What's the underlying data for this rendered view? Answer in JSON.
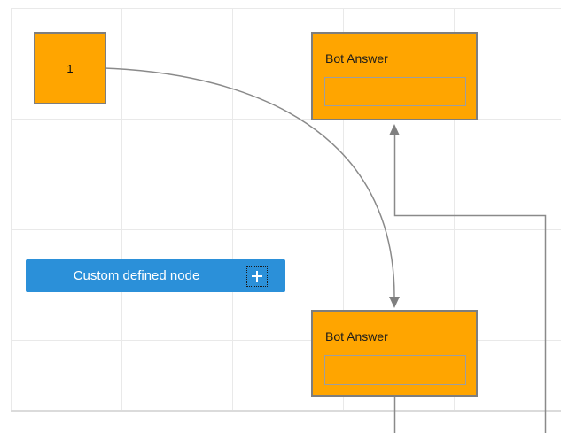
{
  "diagram": {
    "nodes": {
      "start": {
        "label": "1"
      },
      "bot_answer_top": {
        "title": "Bot Answer"
      },
      "bot_answer_bottom": {
        "title": "Bot Answer"
      },
      "custom": {
        "label": "Custom defined node",
        "icon": "plus-icon"
      }
    },
    "colors": {
      "node_fill_orange": "#FFA500",
      "node_border_gray": "#7E7E7E",
      "custom_node_blue": "#2B90D9",
      "connector_gray": "#8A8A8A",
      "grid_line": "#E9E9E9",
      "canvas_edge": "#DBDBDB",
      "answer_box_border": "#9E9E9E"
    }
  }
}
